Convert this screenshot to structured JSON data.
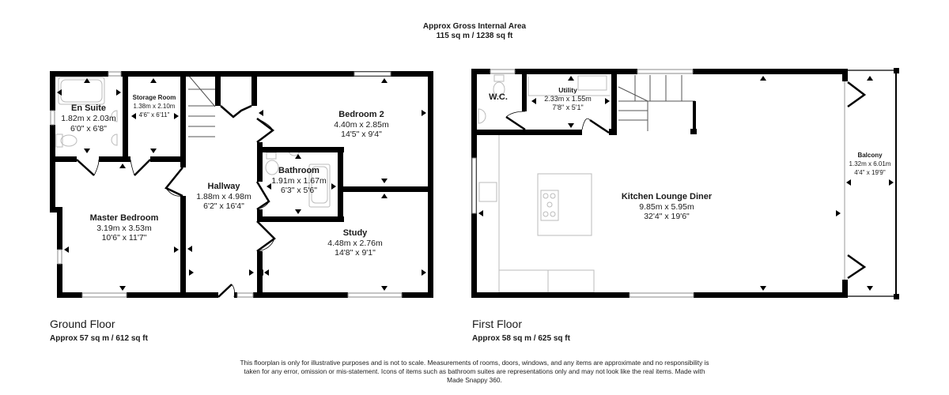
{
  "header": {
    "title": "Approx Gross Internal Area",
    "total_area": "115 sq m / 1238 sq ft"
  },
  "ground_floor": {
    "label": "Ground Floor",
    "area": "Approx 57 sq m / 612 sq ft",
    "rooms": {
      "en_suite": {
        "name": "En Suite",
        "metric": "1.82m x 2.03m",
        "imperial": "6'0\" x 6'8\""
      },
      "storage_room": {
        "name": "Storage Room",
        "metric": "1.38m x 2.10m",
        "imperial": "4'6\" x 6'11\""
      },
      "master_bedroom": {
        "name": "Master Bedroom",
        "metric": "3.19m x 3.53m",
        "imperial": "10'6\" x 11'7\""
      },
      "hallway": {
        "name": "Hallway",
        "metric": "1.88m x 4.98m",
        "imperial": "6'2\" x 16'4\""
      },
      "bedroom_2": {
        "name": "Bedroom 2",
        "metric": "4.40m x 2.85m",
        "imperial": "14'5\" x 9'4\""
      },
      "bathroom": {
        "name": "Bathroom",
        "metric": "1.91m x 1.67m",
        "imperial": "6'3\" x 5'6\""
      },
      "study": {
        "name": "Study",
        "metric": "4.48m x 2.76m",
        "imperial": "14'8\" x 9'1\""
      }
    }
  },
  "first_floor": {
    "label": "First Floor",
    "area": "Approx 58 sq m / 625 sq ft",
    "rooms": {
      "wc": {
        "name": "W.C."
      },
      "utility": {
        "name": "Utility",
        "metric": "2.33m x 1.55m",
        "imperial": "7'8\" x 5'1\""
      },
      "kitchen": {
        "name": "Kitchen Lounge Diner",
        "metric": "9.85m x 5.95m",
        "imperial": "32'4\" x 19'6\""
      },
      "balcony": {
        "name": "Balcony",
        "metric": "1.32m x 6.01m",
        "imperial": "4'4\" x 19'9\""
      }
    }
  },
  "disclaimer": "This floorplan is only for illustrative purposes and is not to scale. Measurements of rooms, doors, windows, and any items are approximate and no responsibility is taken for any error, omission or mis-statement. Icons of items such as bathroom suites are representations only and may not look like the real items. Made with Made Snappy 360.",
  "colors": {
    "wall": "#000000",
    "fixture": "#b5b5b5",
    "window": "#9a9a9a",
    "text": "#1a1a1a"
  }
}
